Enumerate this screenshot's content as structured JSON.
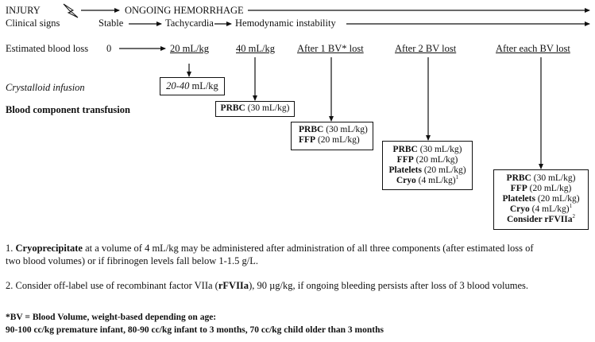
{
  "header": {
    "injury": "INJURY",
    "ongoing": "ONGOING HEMORRHAGE",
    "clinical_signs": "Clinical signs",
    "stable": "Stable",
    "tachycardia": "Tachycardia",
    "instability": "Hemodynamic instability"
  },
  "blood_loss": {
    "label": "Estimated blood loss",
    "zero": "0",
    "stages": [
      "20 mL/kg",
      "40 mL/kg",
      "After 1 BV* lost",
      "After 2 BV lost",
      "After each BV lost"
    ]
  },
  "crystalloid": {
    "label": "Crystalloid infusion",
    "range": "20-40",
    "unit": "mL/kg"
  },
  "blood_component": {
    "label": "Blood component transfusion"
  },
  "boxes": {
    "box1": {
      "prbc": "PRBC",
      "prbc_dose": "(30 mL/kg)"
    },
    "box2": {
      "prbc": "PRBC",
      "prbc_dose": "(30 mL/kg)",
      "ffp": "FFP",
      "ffp_dose": "(20 mL/kg)"
    },
    "box3": {
      "prbc": "PRBC",
      "prbc_dose": "(30 mL/kg)",
      "ffp": "FFP",
      "ffp_dose": "(20 mL/kg)",
      "platelets": "Platelets",
      "platelets_dose": "(20 mL/kg)",
      "cryo": "Cryo",
      "cryo_dose": "(4 mL/kg)",
      "cryo_sup": "1"
    },
    "box4": {
      "prbc": "PRBC",
      "prbc_dose": "(30 mL/kg)",
      "ffp": "FFP",
      "ffp_dose": "(20 mL/kg)",
      "platelets": "Platelets",
      "platelets_dose": "(20 mL/kg)",
      "cryo": "Cryo",
      "cryo_dose": "(4 mL/kg)",
      "cryo_sup": "1",
      "consider": "Consider rFVIIa",
      "consider_sup": "2"
    }
  },
  "notes": {
    "n1_prefix": "1. ",
    "n1_bold": "Cryoprecipitate",
    "n1_line1": " at a volume of 4 mL/kg may be administered after administration of all three components (after estimated loss of",
    "n1_line2": "two blood volumes) or if fibrinogen levels fall below 1-1.5 g/L.",
    "n2_prefix": "2. Consider off-label use of recombinant factor VIIa (",
    "n2_bold": "rFVIIa",
    "n2_suffix": "), 90 µg/kg, if ongoing bleeding persists after loss of 3 blood volumes.",
    "bv_title": "*BV = Blood Volume, weight-based depending on age:",
    "bv_detail": "90-100 cc/kg premature infant, 80-90 cc/kg infant to 3 months, 70 cc/kg child older than 3 months"
  }
}
